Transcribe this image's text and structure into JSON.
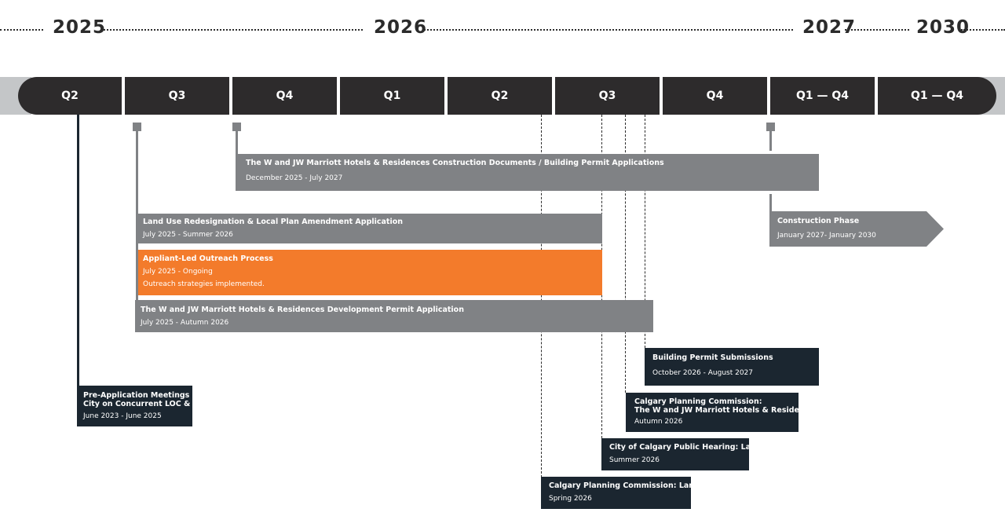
{
  "years": [
    "2025",
    "2026",
    "2027",
    "2030"
  ],
  "quarters": [
    "Q2",
    "Q3",
    "Q4",
    "Q1",
    "Q2",
    "Q3",
    "Q4",
    "Q1 — Q4",
    "Q1 — Q4"
  ],
  "bars": {
    "construction_docs": {
      "title": "The W and JW Marriott Hotels & Residences Construction Documents / Building Permit Applications",
      "dates": "December 2025 - July 2027"
    },
    "land_use": {
      "title": "Land Use Redesignation & Local Plan Amendment Application",
      "dates": "July 2025 - Summer 2026"
    },
    "outreach": {
      "title": "Appliant-Led Outreach Process",
      "dates": "July 2025 - Ongoing",
      "note": "Outreach strategies implemented."
    },
    "development_permit": {
      "title": "The W and JW Marriott Hotels & Residences Development Permit Application",
      "dates": "July 2025 - Autumn 2026"
    },
    "construction_phase": {
      "title": "Construction Phase",
      "dates": "January  2027- January 2030"
    }
  },
  "milestones": {
    "pre_application": {
      "title_line1": "Pre-Application Meetings with",
      "title_line2": "City on Concurrent LOC & DP",
      "dates": "June 2023 - June 2025"
    },
    "building_permit": {
      "title": "Building Permit Submissions",
      "dates": "October 2026 - August 2027"
    },
    "cpc_dp": {
      "title_line1": "Calgary Planning Commission:",
      "title_line2": "The W and JW Marriott Hotels & Residences DP",
      "dates": "Autumn 2026"
    },
    "public_hearing": {
      "title": "City of Calgary Public Hearing: Land Use",
      "dates": "Summer 2026"
    },
    "cpc_land_use": {
      "title": "Calgary Planning Commission: Land Use",
      "dates": "Spring 2026"
    }
  },
  "colors": {
    "dark": "#2d2b2c",
    "navy": "#1b2630",
    "gray": "#808285",
    "orange": "#f37b2b",
    "band": "#c4c6c8"
  }
}
